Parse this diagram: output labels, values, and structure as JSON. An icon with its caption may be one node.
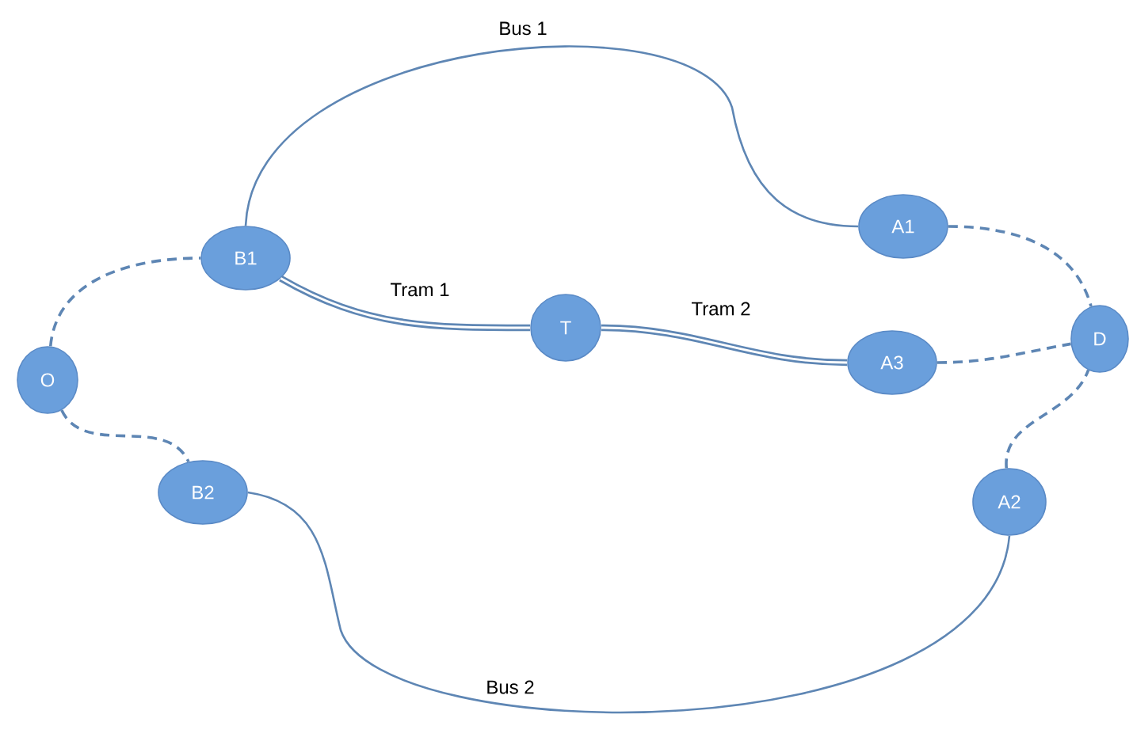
{
  "diagram": {
    "nodes": [
      {
        "text": [
          "O"
        ]
      },
      {
        "text": [
          "B1"
        ]
      },
      {
        "text": [
          "B2"
        ]
      },
      {
        "text": [
          "T"
        ]
      },
      {
        "text": [
          "A1"
        ]
      },
      {
        "text": [
          "A3"
        ]
      },
      {
        "text": [
          "D"
        ]
      },
      {
        "text": [
          "A2"
        ]
      }
    ],
    "edges": [
      {
        "from": 0,
        "to": 1,
        "arrow": "none",
        "style": "dashed"
      },
      {
        "from": 0,
        "to": 2,
        "arrow": "none",
        "style": "dashed"
      },
      {
        "from": 1,
        "to": 4,
        "arrow": "none",
        "label": "Bus 1"
      },
      {
        "from": 1,
        "to": 3,
        "arrow": "none",
        "label": "Tram 1",
        "style": "thick"
      },
      {
        "from": 3,
        "to": 5,
        "arrow": "none",
        "label": "Tram 2",
        "style": "thick"
      },
      {
        "from": 4,
        "to": 6,
        "arrow": "none",
        "style": "dashed"
      },
      {
        "from": 5,
        "to": 6,
        "arrow": "none",
        "style": "dashed"
      },
      {
        "from": 7,
        "to": 6,
        "arrow": "none",
        "style": "dashed"
      },
      {
        "from": 2,
        "to": 7,
        "arrow": "none",
        "label": "Bus 2"
      }
    ]
  }
}
